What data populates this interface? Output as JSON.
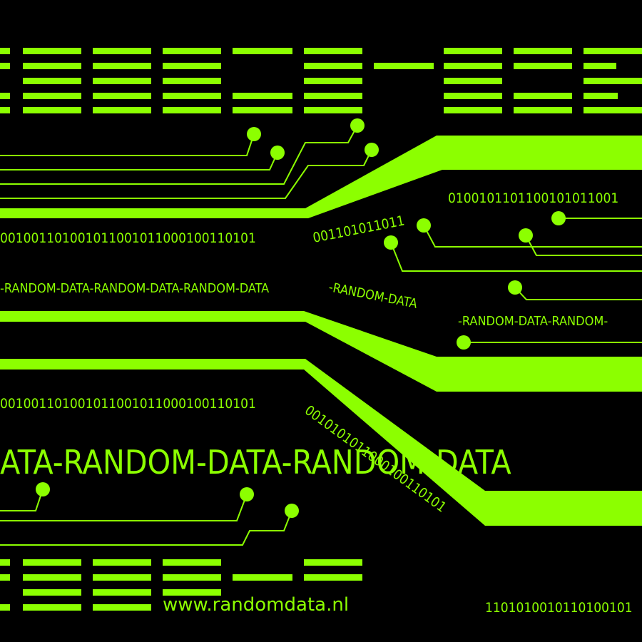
{
  "accent_color": "#8cff00",
  "background_color": "#000000",
  "binary_top_left": "001001101001011001011000100110101",
  "binary_top_curve": "001101011011",
  "binary_top_right": "0100101101100101011001",
  "random_data_small_left": "-RANDOM-DATA-RANDOM-DATA-RANDOM-DATA",
  "random_data_small_curve": "-RANDOM-DATA",
  "random_data_small_right": "-RANDOM-DATA-RANDOM-",
  "binary_mid_left": "001001101001011001011000100110101",
  "random_data_large": "ATA-RANDOM-DATA-RANDOM-DATA",
  "binary_diagonal": "0010101011000100110101",
  "binary_bottom_right": "1101010010110100101",
  "website_url": "www.randomdata.nl"
}
